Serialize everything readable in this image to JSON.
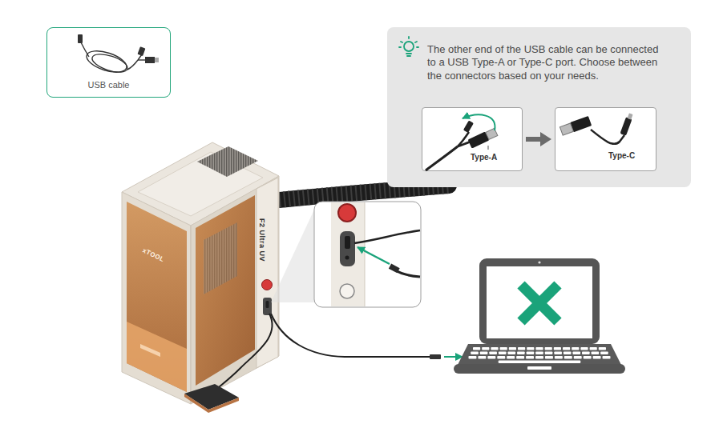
{
  "diagram": {
    "nodes": [
      {
        "text": [
          "USB cable"
        ]
      },
      {
        "text": [
          "The other end of the USB cable can be connected to a USB Type-A or Type-C port. Choose between the connectors based on your needs."
        ]
      },
      {
        "text": [
          "Type-A"
        ],
        "in": 1
      },
      {
        "text": [
          "Type-C"
        ],
        "in": 1
      }
    ],
    "edges": [
      {
        "from": 2,
        "to": 3,
        "arrow": "to"
      }
    ],
    "labels": [
      "xTOOL",
      "F2 Ultra UV"
    ]
  }
}
